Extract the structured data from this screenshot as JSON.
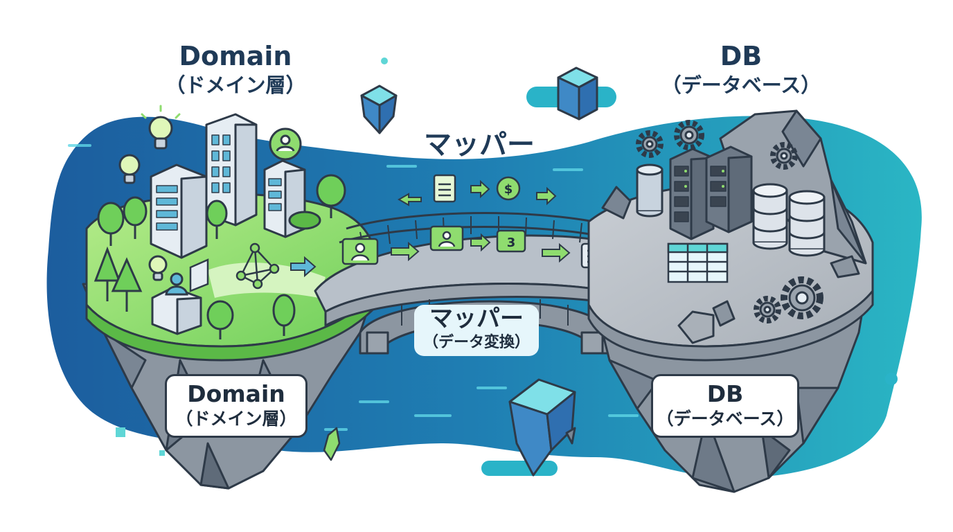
{
  "domain_heading": {
    "line1": "Domain",
    "line2": "（ドメイン層）"
  },
  "db_heading": {
    "line1": "DB",
    "line2": "（データベース）"
  },
  "mapper_heading": "マッパー",
  "bridge_label": {
    "line1": "マッパー",
    "line2": "（データ変換）"
  },
  "domain_card": {
    "line1": "Domain",
    "line2": "（ドメイン層）"
  },
  "db_card": {
    "line1": "DB",
    "line2": "（データベース）"
  },
  "bridge_icons": {
    "number_badge": "3",
    "currency_symbol": "$"
  },
  "colors": {
    "water_deep": "#1d5fa0",
    "water_light": "#2ab3c8",
    "grass": "#8fdc6f",
    "rock": "#9aa3ad",
    "outline": "#2e3a48",
    "accent_teal": "#5fd6d6"
  }
}
